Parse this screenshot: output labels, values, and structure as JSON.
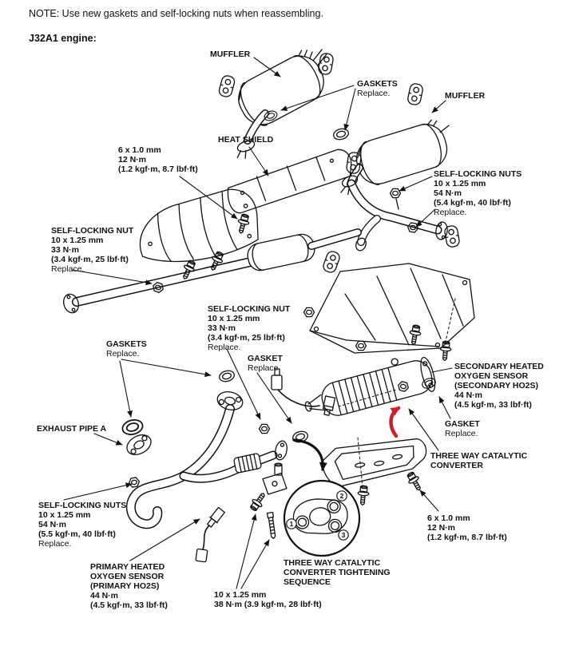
{
  "note": "NOTE: Use new gaskets and self-locking nuts when reassembling.",
  "engine_heading": "J32A1 engine:",
  "callouts": {
    "muffler_top": {
      "label": "MUFFLER"
    },
    "gaskets_top": {
      "label": "GASKETS",
      "action": "Replace."
    },
    "muffler_right": {
      "label": "MUFFLER"
    },
    "bolt_spec_top": {
      "l1": "6 x 1.0 mm",
      "l2": "12 N·m",
      "l3": "(1.2 kgf·m, 8.7 lbf·ft)"
    },
    "heat_shield": {
      "label": "HEAT SHIELD"
    },
    "self_locking_nuts_right": {
      "label": "SELF-LOCKING NUTS",
      "l2": "10 x 1.25 mm",
      "l3": "54 N·m",
      "l4": "(5.4 kgf·m, 40 lbf·ft)",
      "action": "Replace."
    },
    "self_locking_nut_left": {
      "label": "SELF-LOCKING NUT",
      "l2": "10 x 1.25 mm",
      "l3": "33 N·m",
      "l4": "(3.4 kgf·m, 25 lbf·ft)",
      "action": "Replace."
    },
    "self_locking_nut_center": {
      "label": "SELF-LOCKING NUT",
      "l2": "10 x 1.25 mm",
      "l3": "33 N·m",
      "l4": "(3.4 kgf·m, 25 lbf·ft)",
      "action": "Replace."
    },
    "gasket_center": {
      "label": "GASKET",
      "action": "Replace."
    },
    "gaskets_left": {
      "label": "GASKETS",
      "action": "Replace."
    },
    "exhaust_pipe_a": {
      "label": "EXHAUST PIPE A"
    },
    "secondary_ho2s": {
      "l1": "SECONDARY HEATED",
      "l2": "OXYGEN SENSOR",
      "l3": "(SECONDARY HO2S)",
      "l4": "44 N·m",
      "l5": "(4.5 kgf·m, 33 lbf·ft)"
    },
    "gasket_right": {
      "label": "GASKET",
      "action": "Replace."
    },
    "three_way_cat": {
      "l1": "THREE WAY CATALYTIC",
      "l2": "CONVERTER"
    },
    "self_locking_nuts_bottom_left": {
      "label": "SELF-LOCKING NUTS",
      "l2": "10 x 1.25 mm",
      "l3": "54 N·m",
      "l4": "(5.5 kgf·m, 40 lbf·ft)",
      "action": "Replace."
    },
    "primary_ho2s": {
      "l1": "PRIMARY HEATED",
      "l2": "OXYGEN SENSOR",
      "l3": "(PRIMARY HO2S)",
      "l4": "44 N·m",
      "l5": "(4.5 kgf·m, 33 lbf·ft)"
    },
    "tightening_sequence": {
      "l1": "THREE WAY CATALYTIC",
      "l2": "CONVERTER TIGHTENING",
      "l3": "SEQUENCE"
    },
    "bolt_spec_bottom": {
      "l1": "10 x 1.25 mm",
      "l2": "38 N·m (3.9 kgf·m, 28 lbf·ft)"
    },
    "bolt_spec_bottom_right": {
      "l1": "6 x 1.0 mm",
      "l2": "12 N·m",
      "l3": "(1.2 kgf·m, 8.7 lbf·ft)"
    }
  },
  "sequence": {
    "step1": "1",
    "step2": "2",
    "step3": "3"
  },
  "colors": {
    "ink": "#111111",
    "highlight_arrow": "#cc2127"
  }
}
